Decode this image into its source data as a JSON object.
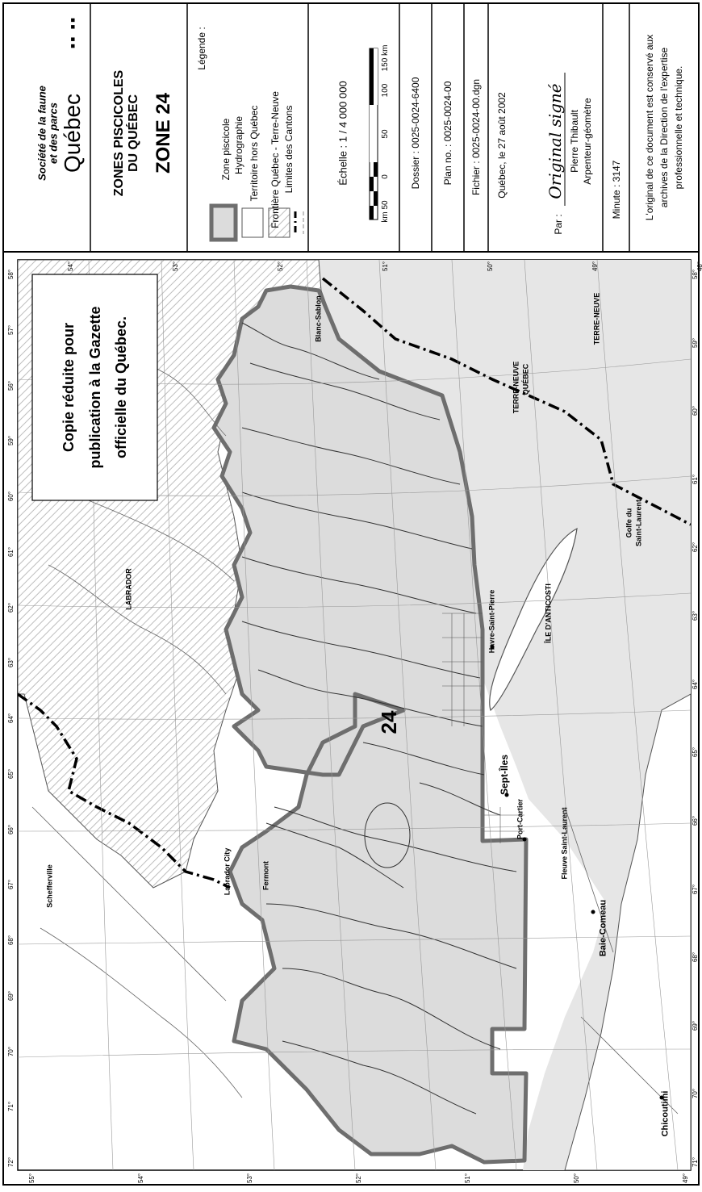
{
  "title_block": {
    "org_line1": "Société de la faune",
    "org_line2": "et des parcs",
    "brand": "Québec",
    "title_line1": "ZONES PISCICOLES",
    "title_line2": "DU QUÉBEC",
    "zone_title": "ZONE 24",
    "legend_heading": "Légende :",
    "legend_items": [
      "Zone piscicole",
      "Hydrographie",
      "Territoire hors Québec",
      "Frontière Québec - Terre-Neuve",
      "Limites des Cantons"
    ],
    "scale_text": "Échelle : 1 / 4 000 000",
    "scale_ticks": [
      "km 50",
      "0",
      "50",
      "100",
      "150 km"
    ],
    "dossier": "Dossier : 0025-0024-6400",
    "plan": "Plan no. : 0025-0024-00",
    "fichier": "Fichier : 0025-0024-00.dgn",
    "date": "Québec, le 27 août 2002",
    "par_label": "Par :",
    "signature": "Original signé",
    "signer_name": "Pierre Thibault",
    "signer_title": "Arpenteur-géomètre",
    "minute": "Minute : 3147",
    "archive_line1": "L'original de ce document est conservé aux",
    "archive_line2": "archives de la Direction de l'expertise",
    "archive_line3": "professionnelle et technique."
  },
  "map": {
    "notice_line1": "Copie réduite pour",
    "notice_line2": "publication à la Gazette",
    "notice_line3": "officielle du Québec.",
    "zone_number": "24",
    "place_labels": {
      "labrador": "LABRADOR",
      "schefferville": "Schefferville",
      "labrador_city": "Labrador City",
      "fermont": "Fermont",
      "blanc_sablon": "Blanc-Sablon",
      "havre_saint_pierre": "Havre-Saint-Pierre",
      "sept_iles": "Sept-Îles",
      "port_cartier": "Port-Cartier",
      "baie_comeau": "Baie-Comeau",
      "chicoutimi": "Chicoutimi",
      "anticosti": "ÎLE D'ANTICOSTI",
      "golfe_1": "Golfe du",
      "golfe_2": "Saint-Laurent",
      "fleuve": "Fleuve Saint-Laurent",
      "terre_neuve": "TERRE-NEUVE",
      "terre_neuve_border": "TERRE-NEUVE",
      "quebec_border": "QUÉBEC"
    },
    "lon_labels": [
      "58°",
      "57°",
      "56°",
      "59°",
      "60°",
      "61°",
      "62°",
      "63°",
      "64°",
      "65°",
      "66°",
      "67°",
      "68°",
      "69°",
      "70°",
      "71°",
      "72°"
    ],
    "lon_labels_bottom": [
      "58°",
      "59°",
      "60°",
      "61°",
      "62°",
      "63°",
      "64°",
      "65°",
      "66°",
      "67°",
      "68°",
      "69°",
      "70°",
      "71°"
    ],
    "lat_labels_left": [
      "55°",
      "54°",
      "53°",
      "52°",
      "51°",
      "50°",
      "49°"
    ],
    "lat_labels_right": [
      "54°",
      "53°",
      "52°",
      "51°",
      "50°",
      "49°",
      "48°"
    ]
  },
  "colors": {
    "zone_fill": "#dcdcdc",
    "zone_border": "#6e6e6e",
    "water": "#e6e6e6",
    "outside_hatch": "#bdbdbd",
    "frontier": "#000000"
  }
}
